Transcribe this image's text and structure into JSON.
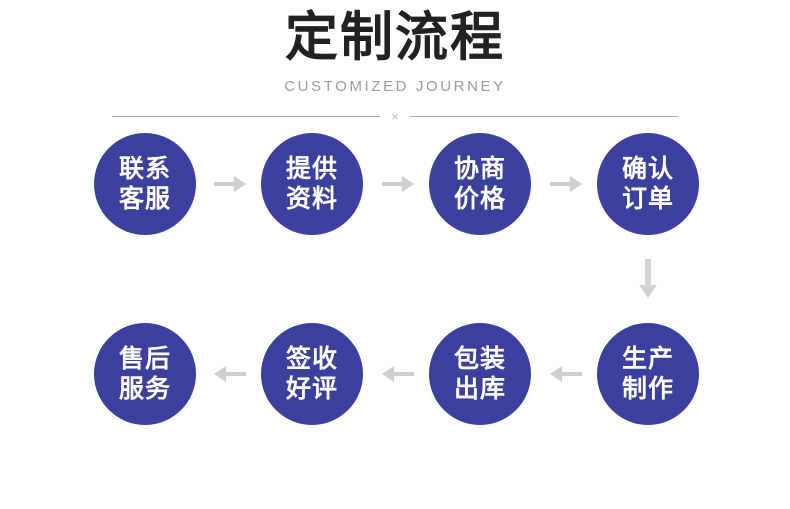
{
  "header": {
    "title": "定制流程",
    "subtitle": "CUSTOMIZED JOURNEY",
    "divider_mark": "×"
  },
  "colors": {
    "node_fill": "#3b3f9e",
    "node_text": "#ffffff",
    "title_text": "#222222",
    "subtitle_text": "#9b9b9b",
    "arrow": "#cfcfcf",
    "divider": "#a8a8a8",
    "background": "#ffffff"
  },
  "flow": {
    "top_row": [
      {
        "step": 1,
        "line1": "联系",
        "line2": "客服"
      },
      {
        "step": 2,
        "line1": "提供",
        "line2": "资料"
      },
      {
        "step": 3,
        "line1": "协商",
        "line2": "价格"
      },
      {
        "step": 4,
        "line1": "确认",
        "line2": "订单"
      }
    ],
    "bottom_row": [
      {
        "step": 5,
        "line1": "生产",
        "line2": "制作"
      },
      {
        "step": 6,
        "line1": "包装",
        "line2": "出库"
      },
      {
        "step": 7,
        "line1": "签收",
        "line2": "好评"
      },
      {
        "step": 8,
        "line1": "售后",
        "line2": "服务"
      }
    ],
    "connectors": [
      {
        "name": "arrow-right-1",
        "direction": "right"
      },
      {
        "name": "arrow-right-2",
        "direction": "right"
      },
      {
        "name": "arrow-right-3",
        "direction": "right"
      },
      {
        "name": "arrow-down-1",
        "direction": "down"
      },
      {
        "name": "arrow-left-1",
        "direction": "left"
      },
      {
        "name": "arrow-left-2",
        "direction": "left"
      },
      {
        "name": "arrow-left-3",
        "direction": "left"
      }
    ]
  }
}
